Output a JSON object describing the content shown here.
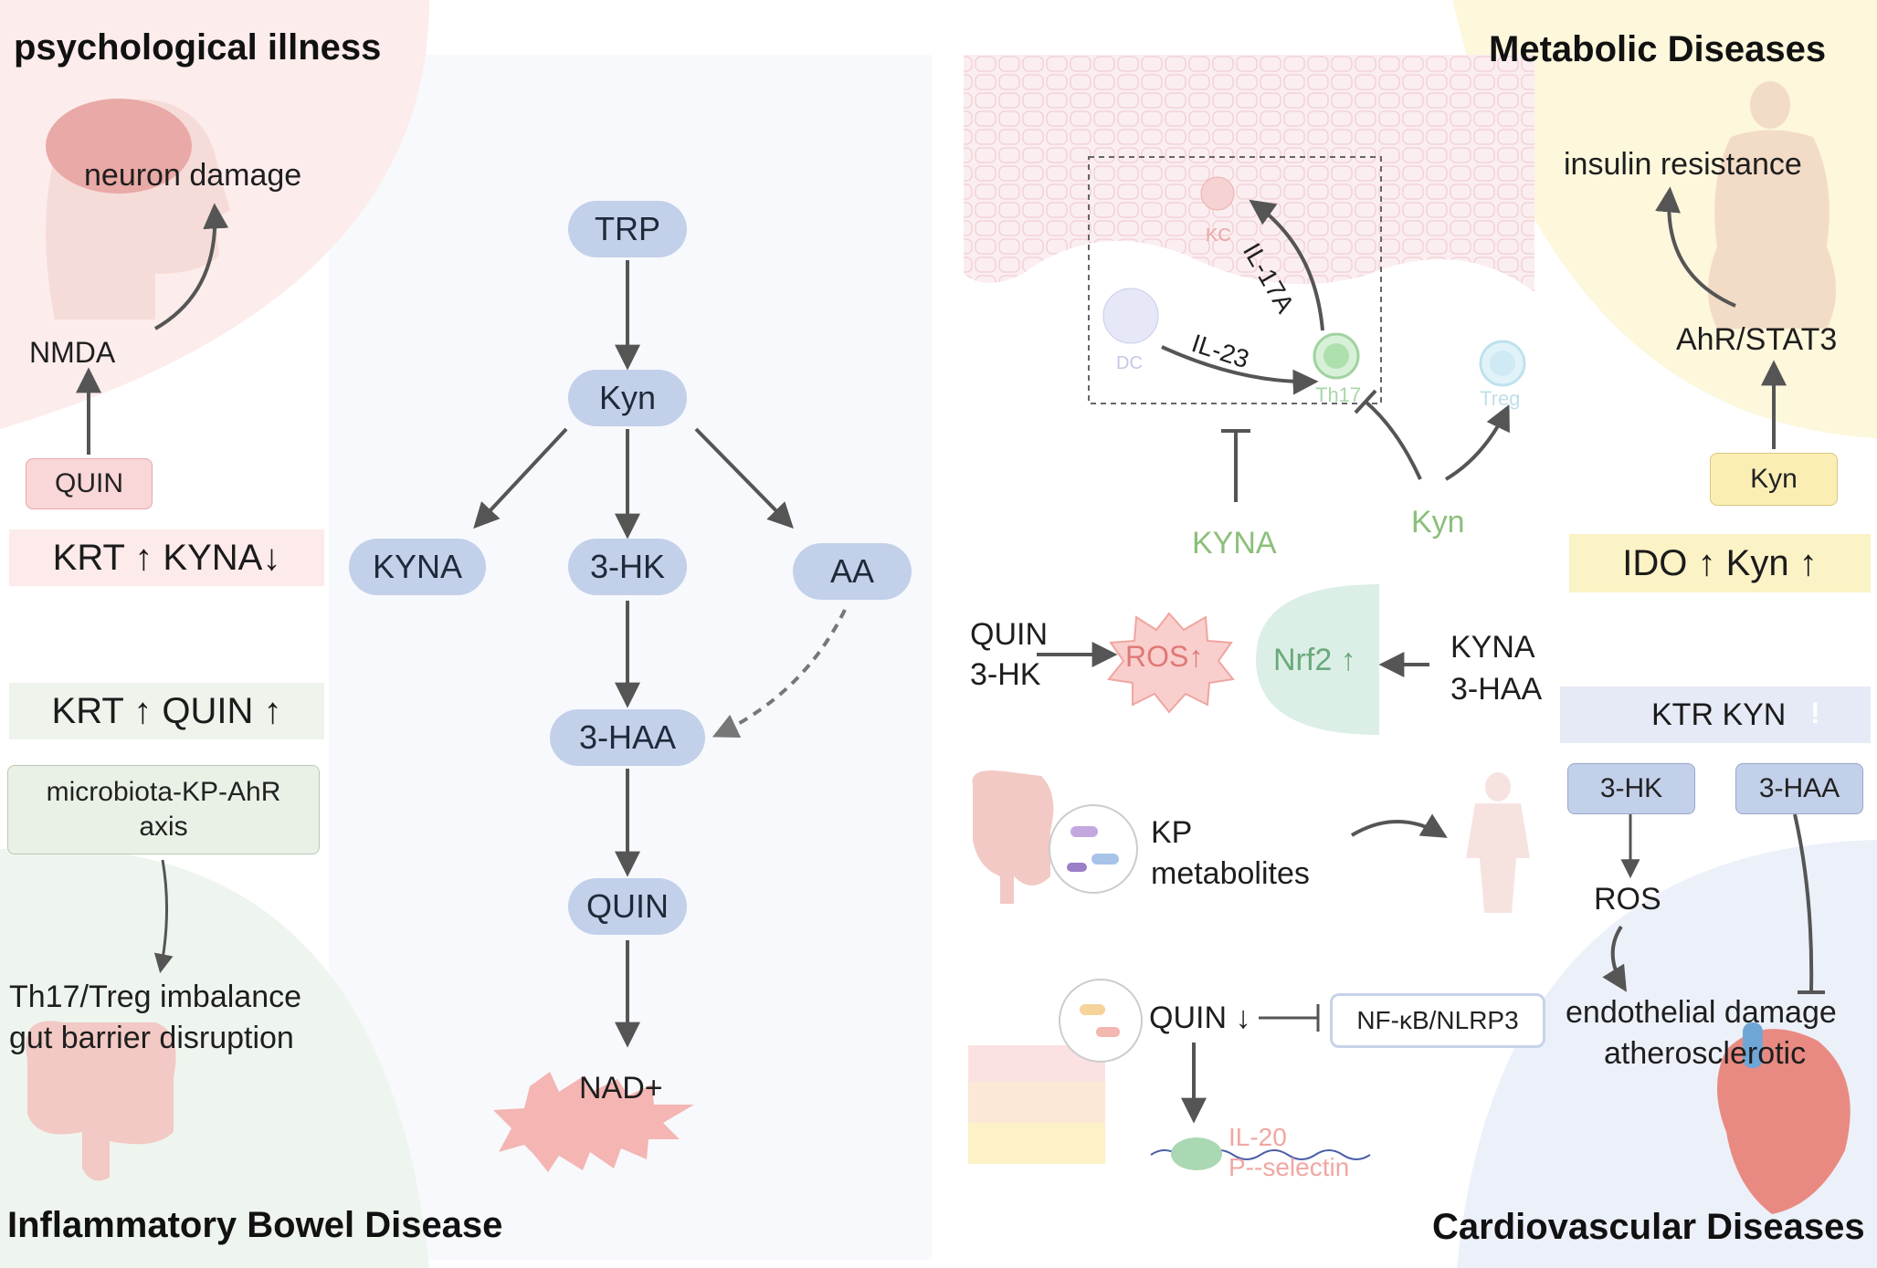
{
  "titles": {
    "psych": "psychological illness",
    "metabolic": "Metabolic Diseases",
    "ibd": "Inflammatory Bowel Disease",
    "cardio": "Cardiovascular Diseases"
  },
  "pathway": {
    "trp": "TRP",
    "kyn": "Kyn",
    "kyna": "KYNA",
    "hk3": "3-HK",
    "aa": "AA",
    "haa3": "3-HAA",
    "quin": "QUIN",
    "nad": "NAD+"
  },
  "psych": {
    "neuron_damage": "neuron damage",
    "nmda": "NMDA",
    "quin": "QUIN",
    "stat": "KRT ↑ KYNA↓"
  },
  "ibd": {
    "stat": "KRT ↑ QUIN ↑",
    "axis_line1": "microbiota-KP-AhR",
    "axis_line2": "axis",
    "out_line1": "Th17/Treg imbalance",
    "out_line2": "gut barrier disruption"
  },
  "skin": {
    "kc": "KC",
    "dc": "DC",
    "il17a": "IL-17A",
    "il23": "IL-23",
    "th17": "Th17",
    "treg": "Treg",
    "kyna": "KYNA",
    "kyn": "Kyn"
  },
  "oxid": {
    "quin": "QUIN",
    "hk3": "3-HK",
    "ros": "ROS↑",
    "nrf2": "Nrf2 ↑",
    "kyna": "KYNA",
    "haa3": "3-HAA"
  },
  "gut": {
    "kp_line1": "KP",
    "kp_line2": "metabolites"
  },
  "skin2": {
    "quin": "QUIN ↓",
    "nfkb": "NF-κB/NLRP3",
    "il20": "IL-20",
    "pselectin": "P--selectin"
  },
  "metabolic": {
    "insulin": "insulin resistance",
    "ahr": "AhR/STAT3",
    "kyn": "Kyn",
    "stat": "IDO ↑ Kyn ↑"
  },
  "cardio": {
    "stat": "KTR KYN",
    "alert": "!",
    "hk3": "3-HK",
    "haa3": "3-HAA",
    "ros": "ROS",
    "out_line1": "endothelial damage",
    "out_line2": "atherosclerotic"
  },
  "colors": {
    "pill": "#c3d0ea",
    "arrow": "#555555",
    "green_text": "#8bbf7a",
    "red_text": "#e07878"
  }
}
